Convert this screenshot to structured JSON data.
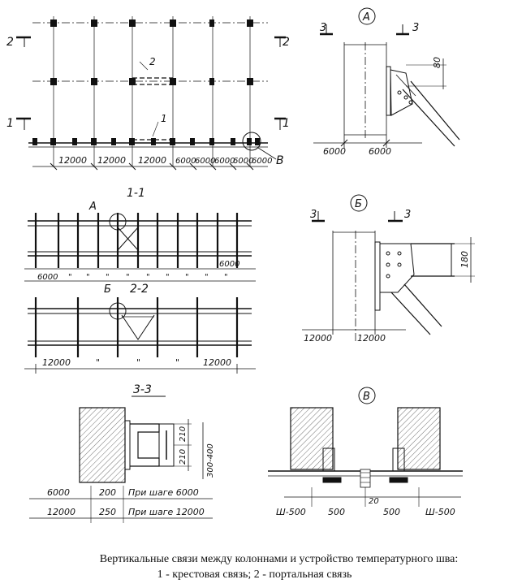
{
  "caption": {
    "line1": "Вертикальные связи между колоннами и устройство температурного шва:",
    "line2": "1 - крестовая связь; 2 - портальная связь"
  },
  "plan": {
    "dims": [
      "12000",
      "12000",
      "12000",
      "6000",
      "6000",
      "6000",
      "6000",
      "6000"
    ],
    "cut_1": "1",
    "cut_2": "2",
    "callout_1": "1",
    "callout_2": "2",
    "callout_v": "В"
  },
  "section_1_1": {
    "title": "1-1",
    "callout": "А",
    "dims": [
      "6000",
      "\"",
      "\"",
      "\"",
      "\"",
      "\"",
      "\"",
      "\"",
      "\"",
      "\"",
      "6000"
    ]
  },
  "section_2_2": {
    "title": "2-2",
    "callout": "Б",
    "dims": [
      "12000",
      "\"",
      "\"",
      "\"",
      "12000"
    ]
  },
  "detail_a": {
    "title": "А",
    "cut": "3",
    "dim_v": "80",
    "dims": [
      "6000",
      "6000"
    ]
  },
  "detail_b": {
    "title": "Б",
    "cut": "3",
    "dim_v": "180",
    "dims": [
      "12000",
      "12000"
    ]
  },
  "section_3_3": {
    "title": "3-3",
    "dim_v1": "210",
    "dim_v2": "210",
    "dim_v3": "300-400",
    "row1": [
      "6000",
      "200",
      "При шаге 6000"
    ],
    "row2": [
      "12000",
      "250",
      "При шаге 12000"
    ]
  },
  "detail_v": {
    "title": "В",
    "gap": "20",
    "dims": [
      "Ш-500",
      "500",
      "500",
      "Ш-500"
    ]
  }
}
